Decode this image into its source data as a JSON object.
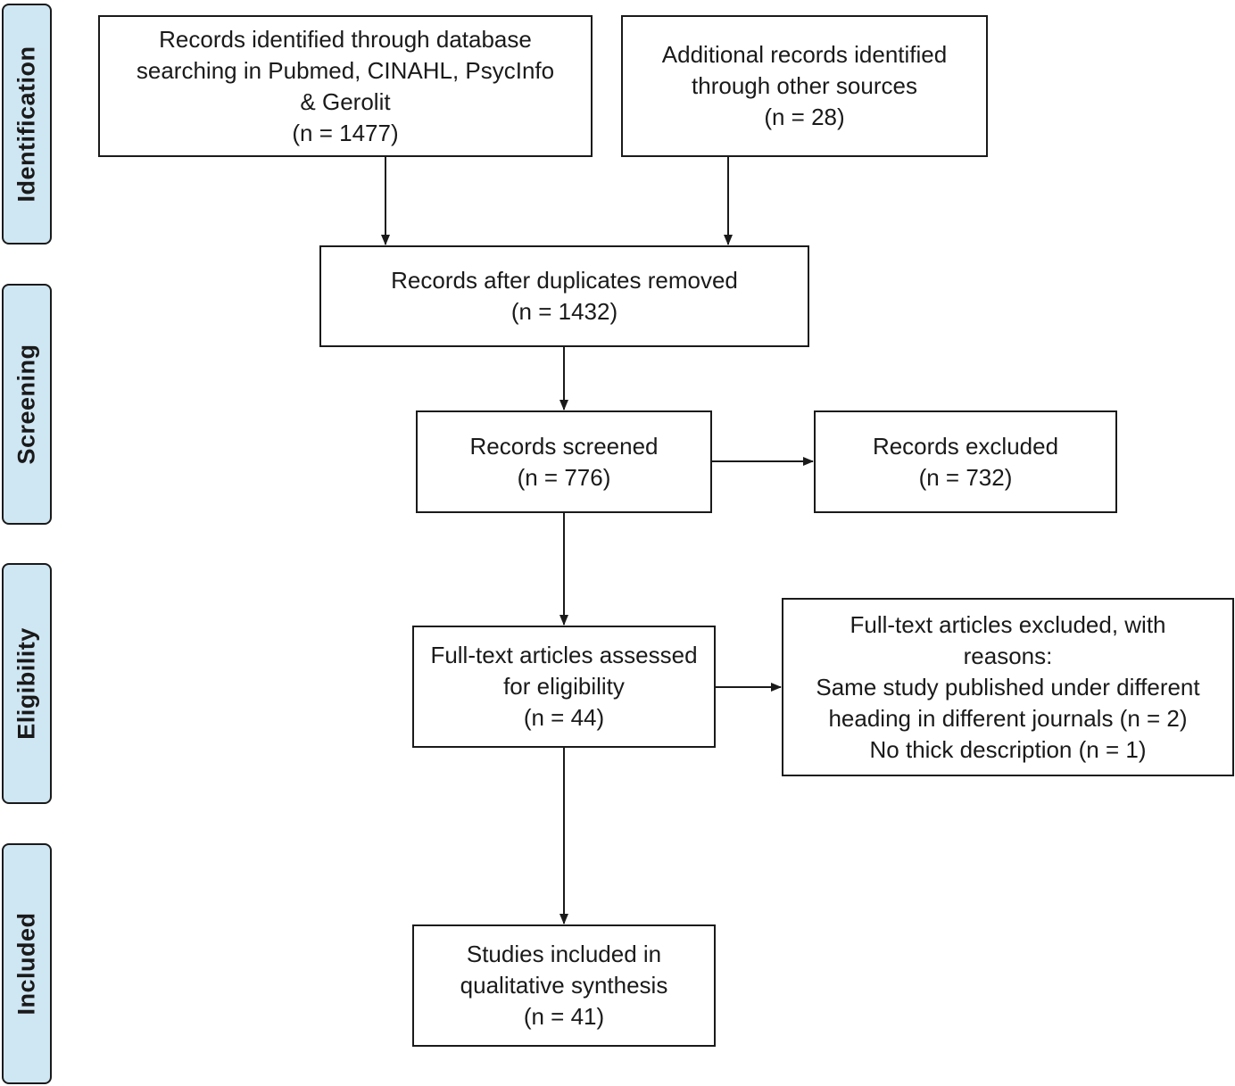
{
  "phases": {
    "identification": "Identification",
    "screening": "Screening",
    "eligibility": "Eligibility",
    "included": "Included"
  },
  "boxes": {
    "database_records": {
      "lines": [
        "Records identified through database",
        "searching in Pubmed, CINAHL, PsycInfo",
        "& Gerolit",
        "(n = 1477)"
      ]
    },
    "other_records": {
      "lines": [
        "Additional records identified",
        "through other sources",
        "(n = 28)"
      ]
    },
    "duplicates_removed": {
      "lines": [
        "Records after duplicates removed",
        "(n = 1432)"
      ]
    },
    "screened": {
      "lines": [
        "Records screened",
        "(n = 776)"
      ]
    },
    "excluded": {
      "lines": [
        "Records excluded",
        "(n = 732)"
      ]
    },
    "fulltext_assessed": {
      "lines": [
        "Full-text articles assessed",
        "for eligibility",
        "(n = 44)"
      ]
    },
    "fulltext_excluded": {
      "lines": [
        "Full-text articles excluded, with",
        "reasons:",
        "Same study published under different",
        "heading in different journals (n = 2)",
        "No thick description (n = 1)"
      ]
    },
    "included_studies": {
      "lines": [
        "Studies included in",
        "qualitative synthesis",
        "(n = 41)"
      ]
    }
  }
}
